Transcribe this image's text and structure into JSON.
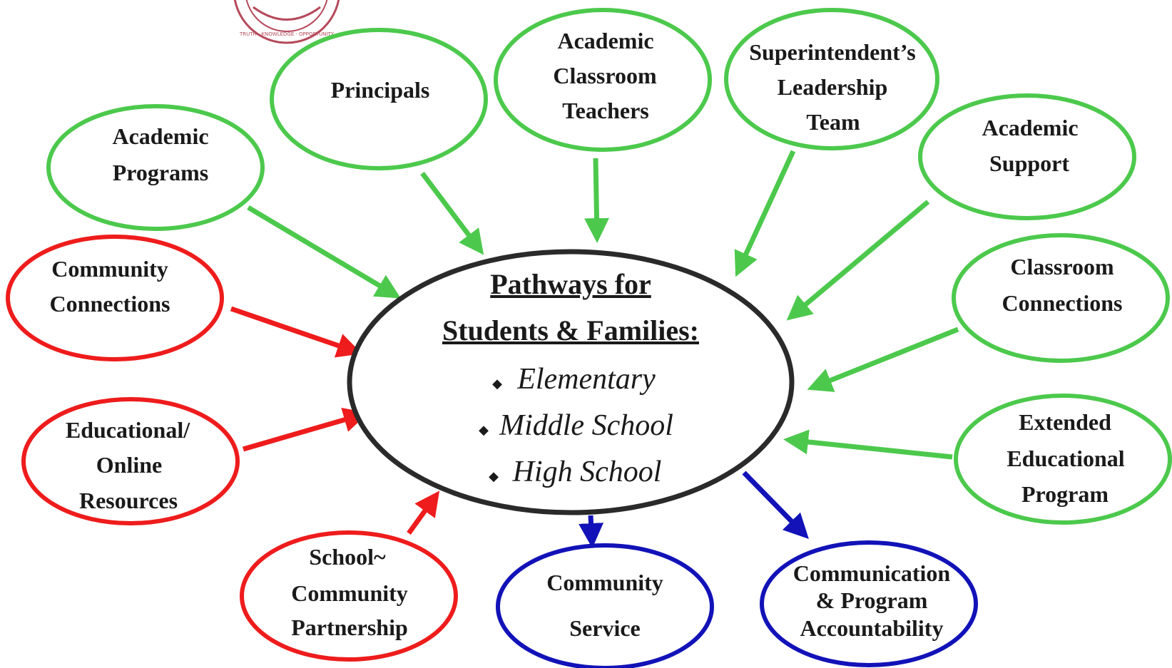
{
  "colors": {
    "green": "#4cc94c",
    "red": "#ee1c1c",
    "blue": "#1212b8",
    "center": "#2a2a2a",
    "seal": "#b5495b"
  },
  "center": {
    "title_line1": "Pathways for",
    "title_line2": "Students & Families:",
    "items": [
      "Elementary",
      "Middle School",
      "High School"
    ]
  },
  "nodes": {
    "academic_programs": {
      "lines": [
        "Academic",
        "Programs"
      ],
      "color": "green"
    },
    "principals": {
      "lines": [
        "Principals"
      ],
      "color": "green"
    },
    "academic_classroom_teachers": {
      "lines": [
        "Academic",
        "Classroom",
        "Teachers"
      ],
      "color": "green"
    },
    "superintendents_leadership_team": {
      "lines": [
        "Superintendent’s",
        "Leadership",
        "Team"
      ],
      "color": "green"
    },
    "academic_support": {
      "lines": [
        "Academic",
        "Support"
      ],
      "color": "green"
    },
    "classroom_connections": {
      "lines": [
        "Classroom",
        "Connections"
      ],
      "color": "green"
    },
    "extended_educational_program": {
      "lines": [
        "Extended",
        "Educational",
        "Program"
      ],
      "color": "green"
    },
    "community_connections": {
      "lines": [
        "Community",
        "Connections"
      ],
      "color": "red"
    },
    "educational_online_resources": {
      "lines": [
        "Educational/",
        "Online",
        "Resources"
      ],
      "color": "red"
    },
    "school_community_partnership": {
      "lines": [
        "School~",
        "Community",
        "Partnership"
      ],
      "color": "red"
    },
    "community_service": {
      "lines": [
        "Community",
        "Service"
      ],
      "color": "blue"
    },
    "communication_program_accountability": {
      "lines": [
        "Communication",
        "& Program",
        "Accountability"
      ],
      "color": "blue"
    }
  },
  "seal": {
    "motto": "TRUTH · KNOWLEDGE · OPPORTUNITY"
  }
}
